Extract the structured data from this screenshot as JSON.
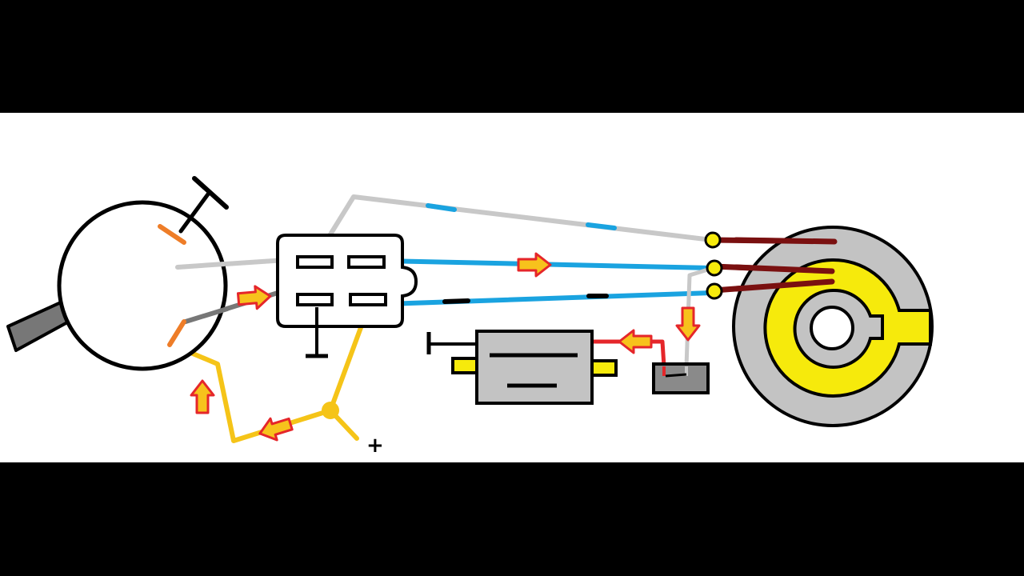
{
  "diagram": {
    "supply_label": "+",
    "colors": {
      "letterbox": "#000000",
      "background": "#ffffff",
      "outline": "#000000",
      "wire_light_gray": "#c8c8c8",
      "wire_dark_gray": "#777777",
      "wire_blue": "#1aa3e0",
      "wire_blue_stripe": "#1aa3e0",
      "wire_black_stripe": "#000000",
      "wire_yellow": "#f5c418",
      "wire_orange": "#ee7d28",
      "wire_red": "#e5262a",
      "wire_dark_red": "#7a1010",
      "arrow_fill": "#f7c21c",
      "arrow_stroke": "#e5262a",
      "component_gray": "#c3c3c3",
      "module_gray": "#8a8a8a",
      "rotor_yellow": "#f6ea0c",
      "terminal_yellow": "#f6ea0c"
    },
    "components": {
      "ignition_switch": "ignition-switch",
      "relay": "relay",
      "motor": "motor",
      "fuse_module": "fuse-module",
      "rotor": "rotor-contact-disc",
      "supply_junction": "supply-junction"
    },
    "flow_arrows": [
      {
        "id": "arrow-yellow-left",
        "direction": "left"
      },
      {
        "id": "arrow-yellow-up",
        "direction": "up"
      },
      {
        "id": "arrow-to-relay",
        "direction": "right"
      },
      {
        "id": "arrow-blue-right",
        "direction": "right"
      },
      {
        "id": "arrow-down-to-module",
        "direction": "down"
      },
      {
        "id": "arrow-to-motor",
        "direction": "left"
      }
    ]
  }
}
